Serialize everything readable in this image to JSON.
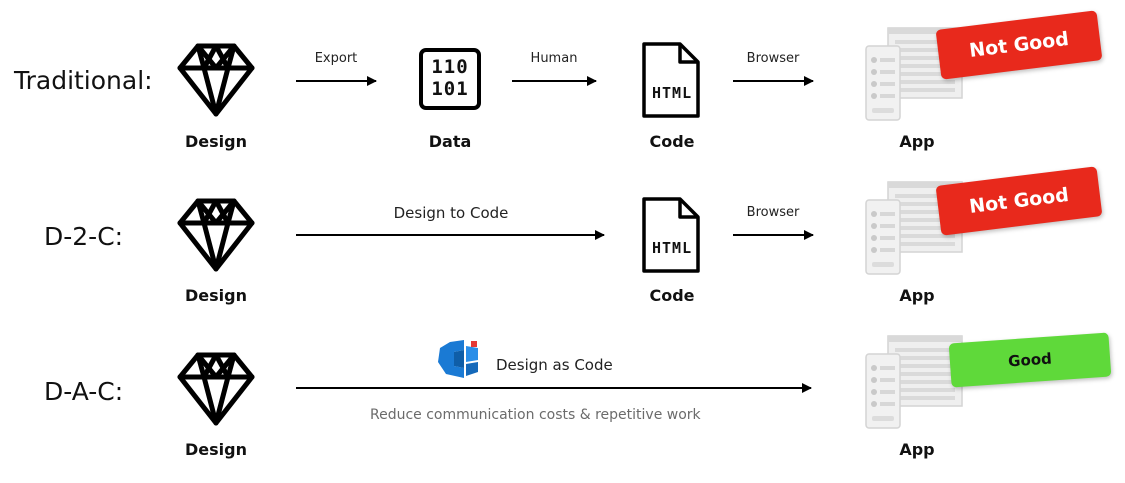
{
  "rows": [
    {
      "label": "Traditional:",
      "nodes": {
        "design": "Design",
        "data": "Data",
        "code": "Code",
        "app": "App"
      },
      "arrows": [
        "Export",
        "Human",
        "Browser"
      ],
      "badge": {
        "text": "Not Good",
        "color": "#e8291c"
      }
    },
    {
      "label": "D-2-C:",
      "nodes": {
        "design": "Design",
        "code": "Code",
        "app": "App"
      },
      "arrows": [
        "Design to Code",
        "Browser"
      ],
      "badge": {
        "text": "Not Good",
        "color": "#e8291c"
      }
    },
    {
      "label": "D-A-C:",
      "nodes": {
        "design": "Design",
        "app": "App"
      },
      "arrows": [
        "Design as Code"
      ],
      "sub": "Reduce communication costs & repetitive work",
      "badge": {
        "text": "Good",
        "color": "#5fd93a"
      }
    }
  ],
  "icons": {
    "design": "diamond-icon",
    "data": "binary-data-icon",
    "code": "html-file-icon",
    "app": "app-screens-icon",
    "logo": "design-as-code-logo"
  },
  "binary_text": {
    "top": "110",
    "bottom": "101"
  },
  "html_text": "HTML"
}
